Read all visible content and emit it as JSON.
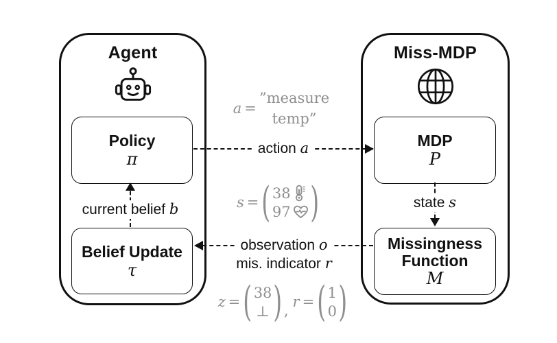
{
  "palette": {
    "ink": "#111111",
    "gray": "#8f8f8f",
    "bg": "#ffffff"
  },
  "agent": {
    "title": "Agent",
    "policy_label": "Policy",
    "policy_symbol": "π",
    "belief_label": "Belief Update",
    "belief_symbol": "τ",
    "belief_arrow": {
      "text": "current belief",
      "var": "b"
    }
  },
  "miss_mdp": {
    "title": "Miss-MDP",
    "mdp_label": "MDP",
    "mdp_symbol": "P",
    "missingness_line1": "Missingness",
    "missingness_line2": "Function",
    "missingness_symbol": "M",
    "state_arrow": {
      "text": "state",
      "var": "s"
    }
  },
  "arrows": {
    "action": {
      "text": "action",
      "var": "a"
    },
    "observation": {
      "text": "observation",
      "var": "o"
    },
    "mis_indicator": {
      "text": "mis. indicator",
      "var": "r"
    }
  },
  "annotations": {
    "action_example": {
      "var": "a",
      "eq": "=",
      "value_line1": "”measure",
      "value_line2": "temp”"
    },
    "state_example": {
      "var": "s",
      "eq": "=",
      "open": "(",
      "close": ")",
      "row1_value": "38",
      "row2_value": "97"
    },
    "observation_example": {
      "z_var": "z",
      "z_eq": "=",
      "z_open": "(",
      "z_row1": "38",
      "z_row2": "⊥",
      "z_close": ")",
      "separator": ",",
      "r_var": "r",
      "r_eq": "=",
      "r_open": "(",
      "r_row1": "1",
      "r_row2": "0",
      "r_close": ")"
    }
  }
}
